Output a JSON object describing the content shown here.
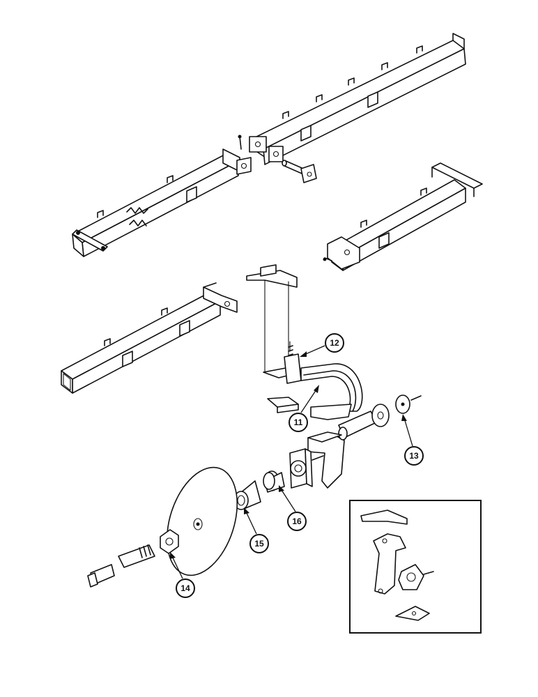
{
  "callouts": [
    {
      "id": "c11",
      "label": "11"
    },
    {
      "id": "c12",
      "label": "12"
    },
    {
      "id": "c13",
      "label": "13"
    },
    {
      "id": "c14",
      "label": "14"
    },
    {
      "id": "c15",
      "label": "15"
    },
    {
      "id": "c16",
      "label": "16"
    }
  ],
  "colors": {
    "line": "#111111",
    "background": "#ffffff"
  }
}
